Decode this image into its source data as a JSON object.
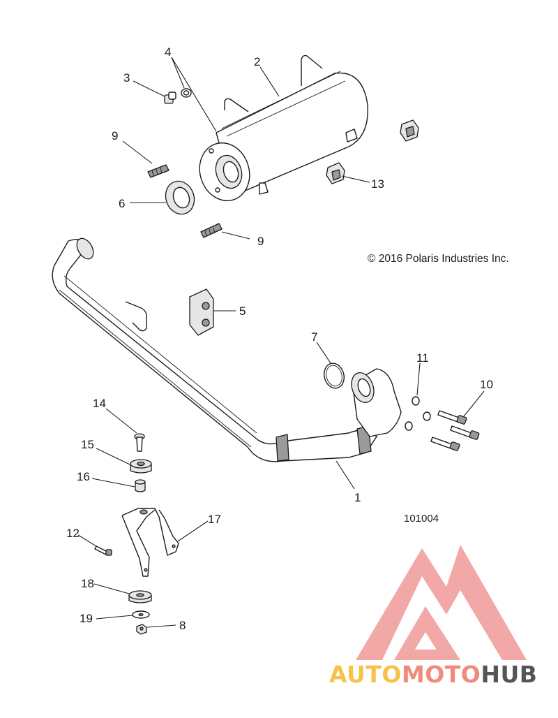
{
  "copyright": "© 2016 Polaris Industries Inc.",
  "diagram_number": "101004",
  "callouts": {
    "c1": "1",
    "c2": "2",
    "c3": "3",
    "c4": "4",
    "c5": "5",
    "c6": "6",
    "c7": "7",
    "c8": "8",
    "c9a": "9",
    "c9b": "9",
    "c10": "10",
    "c11": "11",
    "c12": "12",
    "c13": "13",
    "c14": "14",
    "c15": "15",
    "c16": "16",
    "c17": "17",
    "c18": "18",
    "c19": "19"
  },
  "watermark": {
    "part1": "AUTO",
    "part2": "MOTO",
    "part3": "HUB",
    "color1": "#f6c24a",
    "color2": "#f08a7a",
    "color3": "#555555",
    "logo_color": "#f08a8a"
  }
}
